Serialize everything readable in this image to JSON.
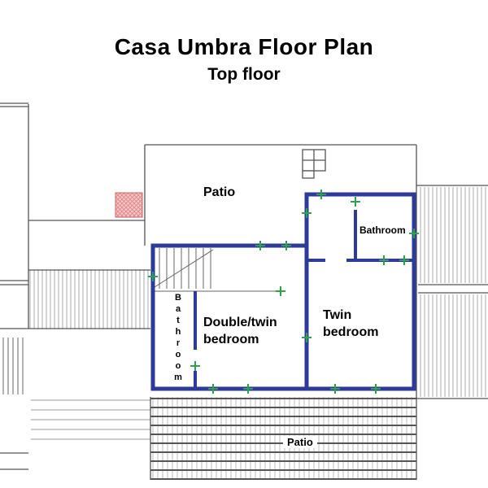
{
  "title": "Casa Umbra Floor Plan",
  "subtitle": "Top floor",
  "rooms": {
    "patio_top": "Patio",
    "bathroom_ensuite": "Bathroom",
    "bathroom_main": "Bathroom",
    "double_bedroom": "Double/twin\nbedroom",
    "twin_bedroom": "Twin\nbedroom",
    "patio_bottom": "Patio"
  },
  "colors": {
    "wall": "#2e3a97",
    "window_marker": "#2fa04f",
    "roof_hatch": "#a8a8a8",
    "outline": "#555555",
    "pink_area": "#e08a8a",
    "pergola_beam": "#555555"
  }
}
